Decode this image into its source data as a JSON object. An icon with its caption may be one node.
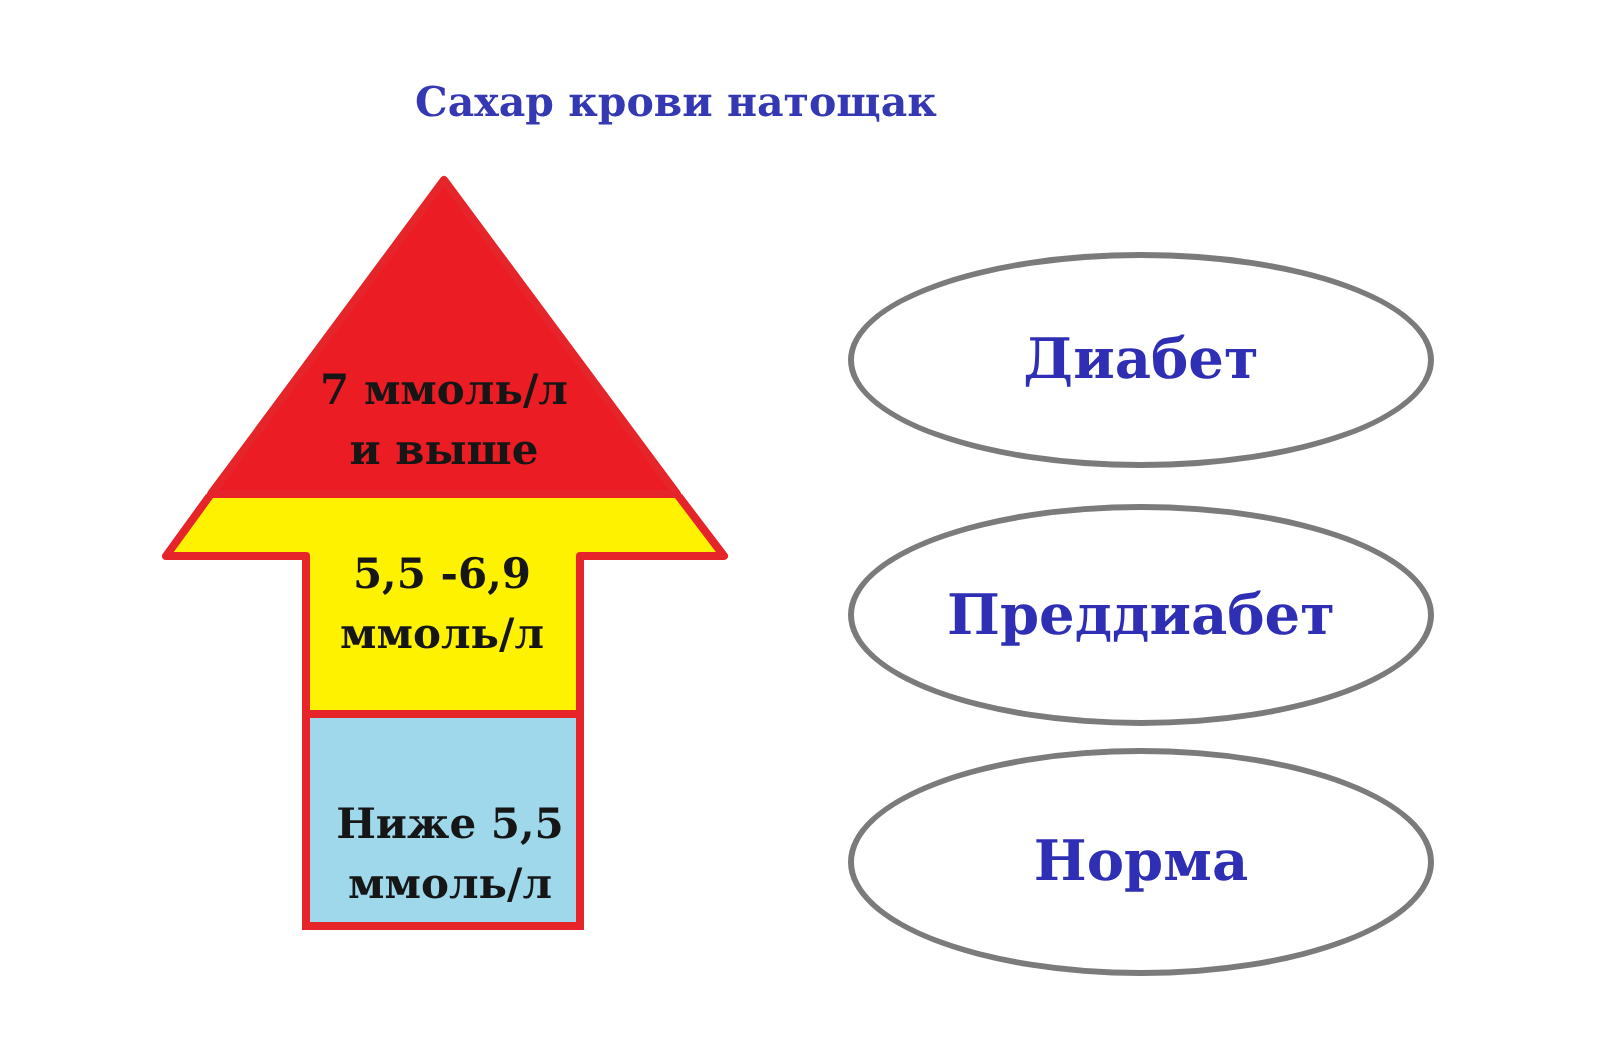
{
  "diagram": {
    "title": "Сахар крови натощак",
    "nodes": [
      {
        "text": [
          "7 ммоль/л и выше"
        ]
      },
      {
        "text": [
          "5,5 -6,9 ммоль/л"
        ]
      },
      {
        "text": [
          "Ниже 5,5 ммоль/л"
        ]
      },
      {
        "text": [
          "Диабет"
        ]
      },
      {
        "text": [
          "Преддиабет"
        ]
      },
      {
        "text": [
          "Норма"
        ]
      }
    ]
  }
}
